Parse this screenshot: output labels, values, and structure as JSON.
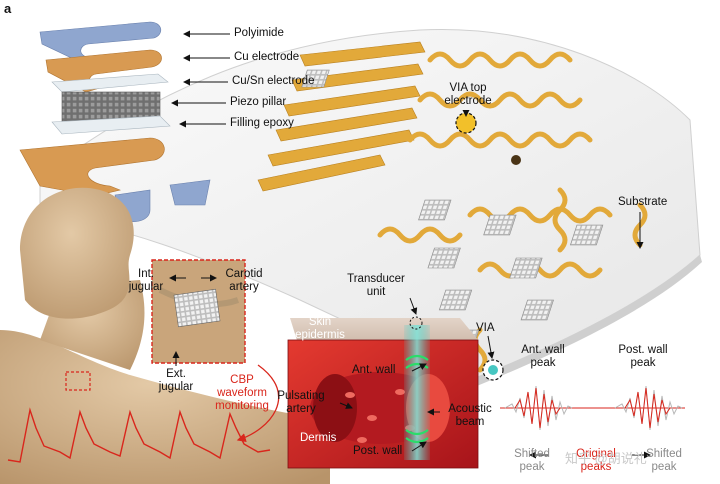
{
  "panel_letter": "a",
  "layers": {
    "polyimide": "Polyimide",
    "cu_electrode": "Cu electrode",
    "cusn_electrode": "Cu/Sn electrode",
    "piezo_pillar": "Piezo pillar",
    "filling_epoxy": "Filling epoxy"
  },
  "device": {
    "via_top_line1": "VIA top",
    "via_top_line2": "electrode",
    "substrate": "Substrate",
    "via": "VIA"
  },
  "neck": {
    "int_jugular_line1": "Int.",
    "int_jugular_line2": "jugular",
    "carotid_line1": "Carotid",
    "carotid_line2": "artery",
    "ext_jugular_line1": "Ext.",
    "ext_jugular_line2": "jugular",
    "cbp_line1": "CBP",
    "cbp_line2": "waveform",
    "cbp_line3": "monitoring"
  },
  "tissue": {
    "transducer_line1": "Transducer",
    "transducer_line2": "unit",
    "skin_line1": "Skin",
    "skin_line2": "epidermis",
    "ant_wall": "Ant. wall",
    "pulsating_line1": "Pulsating",
    "pulsating_line2": "artery",
    "acoustic_line1": "Acoustic",
    "acoustic_line2": "beam",
    "dermis": "Dermis",
    "post_wall": "Post. wall"
  },
  "signal": {
    "ant_peak_line1": "Ant. wall",
    "ant_peak_line2": "peak",
    "post_peak_line1": "Post. wall",
    "post_peak_line2": "peak",
    "shifted_left_line1": "Shifted",
    "shifted_left_line2": "peak",
    "original_line1": "Original",
    "original_line2": "peaks",
    "shifted_right_line1": "Shifted",
    "shifted_right_line2": "peak"
  },
  "watermark": "知乎 @胡说礼",
  "colors": {
    "polyimide": "#8fa6cf",
    "copper": "#d89a52",
    "gold": "#e2a93a",
    "skin": "#d6b58c",
    "tissue_red": "#d4282a",
    "beam": "#47c7c2",
    "label_red": "#d9261c"
  }
}
